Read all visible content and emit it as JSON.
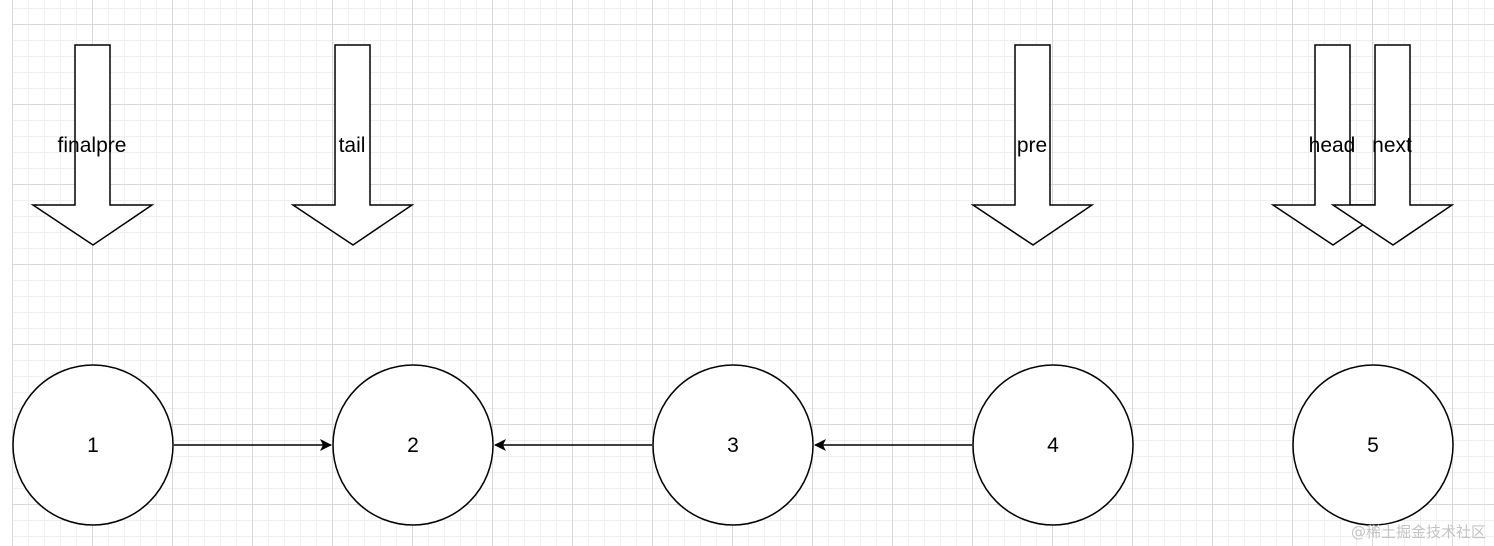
{
  "diagram": {
    "pointers": [
      {
        "id": "finalpre",
        "label": "finalpre"
      },
      {
        "id": "tail",
        "label": "tail"
      },
      {
        "id": "pre",
        "label": "pre"
      },
      {
        "id": "head",
        "label": "head"
      },
      {
        "id": "next",
        "label": "next"
      }
    ],
    "nodes": [
      {
        "id": "n1",
        "label": "1"
      },
      {
        "id": "n2",
        "label": "2"
      },
      {
        "id": "n3",
        "label": "3"
      },
      {
        "id": "n4",
        "label": "4"
      },
      {
        "id": "n5",
        "label": "5"
      }
    ],
    "edges": [
      {
        "from": "n1",
        "to": "n2"
      },
      {
        "from": "n3",
        "to": "n2"
      },
      {
        "from": "n4",
        "to": "n3"
      }
    ]
  },
  "watermark": {
    "text": "@稀土掘金技术社区"
  },
  "colors": {
    "stroke": "#000000",
    "fill": "#ffffff",
    "grid": "#d8d8d8"
  }
}
